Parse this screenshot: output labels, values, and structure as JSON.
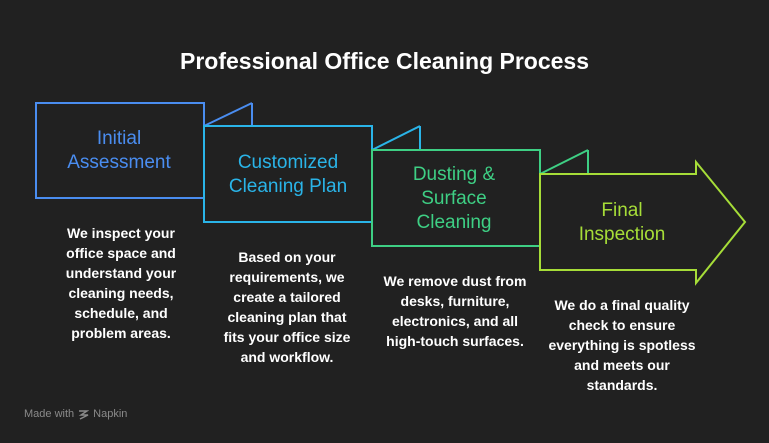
{
  "title": "Professional Office Cleaning Process",
  "steps": [
    {
      "label": "Initial Assessment",
      "description": "We inspect your office space and understand your cleaning needs, schedule, and problem areas.",
      "color": "#4a8df0"
    },
    {
      "label": "Customized Cleaning Plan",
      "description": "Based on your requirements, we create a tailored cleaning plan that fits your office size and workflow.",
      "color": "#2ab4e8"
    },
    {
      "label": "Dusting & Surface Cleaning",
      "description": "We remove dust from desks, furniture, electronics, and all high-touch surfaces.",
      "color": "#3ecf84"
    },
    {
      "label": "Final Inspection",
      "description": "We do a final quality check to ensure everything is spotless and meets our standards.",
      "color": "#a6dd38"
    }
  ],
  "footer": {
    "made_with": "Made with",
    "brand": "Napkin",
    "brand_icon": "napkin-logo-icon"
  }
}
